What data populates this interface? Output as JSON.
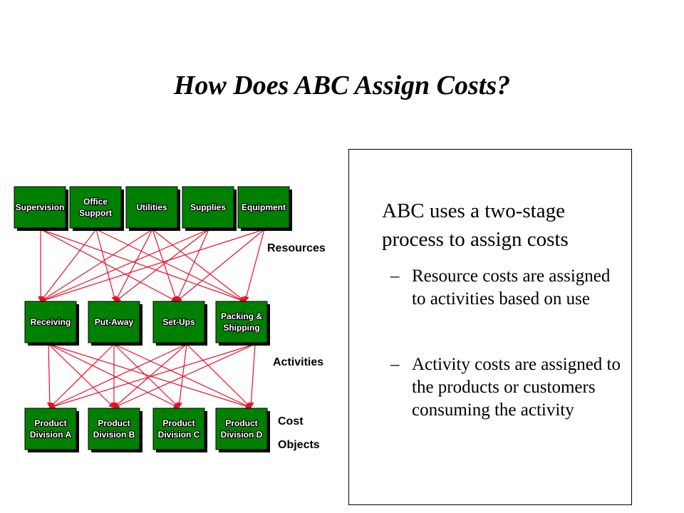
{
  "title": "How Does ABC Assign Costs?",
  "resources": [
    {
      "lines": [
        "Supervision"
      ]
    },
    {
      "lines": [
        "Office",
        "Support"
      ]
    },
    {
      "lines": [
        "Utilities"
      ]
    },
    {
      "lines": [
        "Supplies"
      ]
    },
    {
      "lines": [
        "Equipment"
      ]
    }
  ],
  "activities": [
    {
      "lines": [
        "Receiving"
      ]
    },
    {
      "lines": [
        "Put-Away"
      ]
    },
    {
      "lines": [
        "Set-Ups"
      ]
    },
    {
      "lines": [
        "Packing &",
        "Shipping"
      ]
    }
  ],
  "cost_objects": [
    {
      "lines": [
        "Product",
        "Division A"
      ]
    },
    {
      "lines": [
        "Product",
        "Division B"
      ]
    },
    {
      "lines": [
        "Product",
        "Division C"
      ]
    },
    {
      "lines": [
        "Product",
        "Division D"
      ]
    }
  ],
  "labels": {
    "resources": "Resources",
    "activities": "Activities",
    "cost_line1": "Cost",
    "cost_line2": "Objects"
  },
  "textbox": {
    "main": "ABC uses a two-stage process to assign costs",
    "dash": "–",
    "bullets": [
      "Resource costs are assigned to activities based on use",
      "Activity costs are assigned to the products or customers consuming the activity"
    ]
  },
  "colors": {
    "box_fill": "#008000",
    "box_shadow": "#000000",
    "arrow": "#e8102a"
  }
}
